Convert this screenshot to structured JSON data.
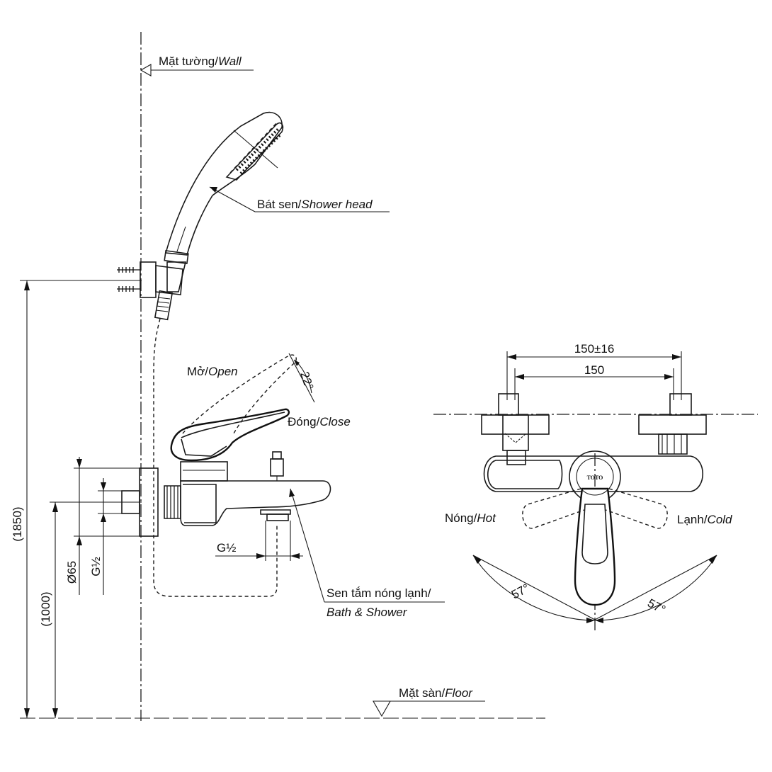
{
  "labels": {
    "wall_vi": "Mặt tường/",
    "wall_en": "Wall",
    "shower_head_vi": "Bát sen/",
    "shower_head_en": "Shower head",
    "open_vi": "Mở/",
    "open_en": "Open",
    "close_vi": "Đóng/",
    "close_en": "Close",
    "angle_open": "22°",
    "hot_vi": "Nóng/",
    "hot_en": "Hot",
    "cold_vi": "Lạnh/",
    "cold_en": "Cold",
    "angle_hot": "57°",
    "angle_cold": "57°",
    "mixer_vi": "Sen tắm nóng lạnh/",
    "mixer_en": "Bath & Shower",
    "floor_vi": "Mặt sàn/",
    "floor_en": "Floor",
    "logo": "TOTO"
  },
  "dimensions": {
    "height_total": "(1850)",
    "height_mixer": "(1000)",
    "dia_65": "Ø65",
    "thread_inlet": "G½",
    "thread_outlet": "G½",
    "centers_tol": "150±16",
    "centers": "150"
  }
}
